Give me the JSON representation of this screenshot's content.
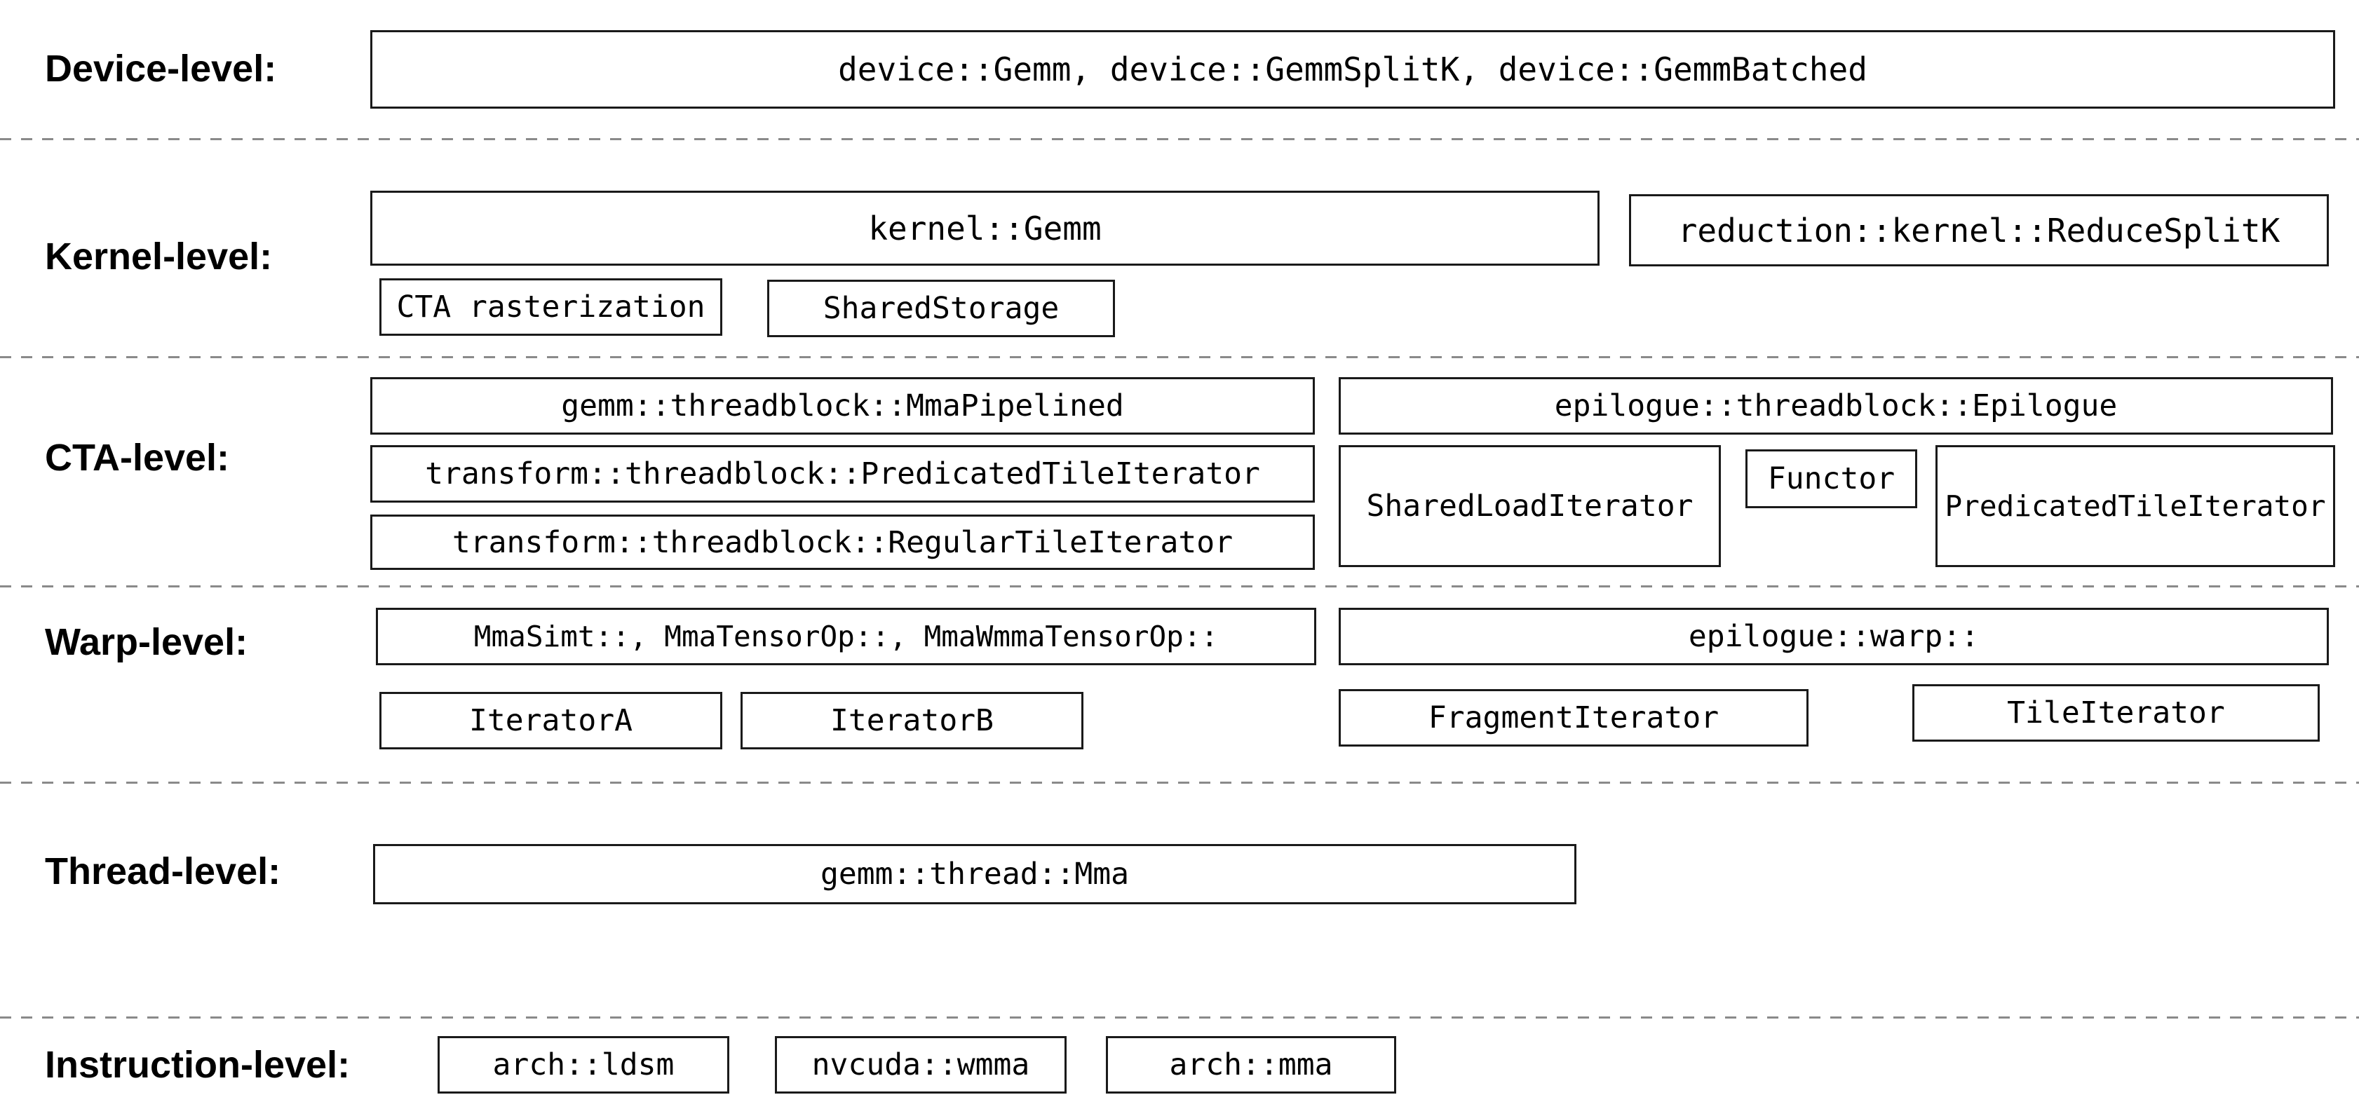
{
  "levels": {
    "device": {
      "label": "Device-level:"
    },
    "kernel": {
      "label": "Kernel-level:"
    },
    "cta": {
      "label": "CTA-level:"
    },
    "warp": {
      "label": "Warp-level:"
    },
    "thread": {
      "label": "Thread-level:"
    },
    "instruction": {
      "label": "Instruction-level:"
    }
  },
  "boxes": {
    "device_gemm": "device::Gemm, device::GemmSplitK, device::GemmBatched",
    "kernel_gemm": "kernel::Gemm",
    "reduce_splitk": "reduction::kernel::ReduceSplitK",
    "cta_rasterization": "CTA rasterization",
    "shared_storage": "SharedStorage",
    "mma_pipelined": "gemm::threadblock::MmaPipelined",
    "transform_predicated_tile_iterator": "transform::threadblock::PredicatedTileIterator",
    "transform_regular_tile_iterator": "transform::threadblock::RegularTileIterator",
    "epilogue_threadblock": "epilogue::threadblock::Epilogue",
    "shared_load_iterator": "SharedLoadIterator",
    "functor": "Functor",
    "predicated_tile_iterator": "PredicatedTileIterator",
    "warp_mma": "MmaSimt::, MmaTensorOp::, MmaWmmaTensorOp::",
    "iterator_a": "IteratorA",
    "iterator_b": "IteratorB",
    "epilogue_warp": "epilogue::warp::",
    "fragment_iterator": "FragmentIterator",
    "tile_iterator": "TileIterator",
    "thread_mma": "gemm::thread::Mma",
    "arch_ldsm": "arch::ldsm",
    "nvcuda_wmma": "nvcuda::wmma",
    "arch_mma": "arch::mma"
  },
  "colors": {
    "background": "#ffffff",
    "box_border": "#1a1a1a",
    "text": "#000000",
    "separator": "#8a8a8a"
  }
}
